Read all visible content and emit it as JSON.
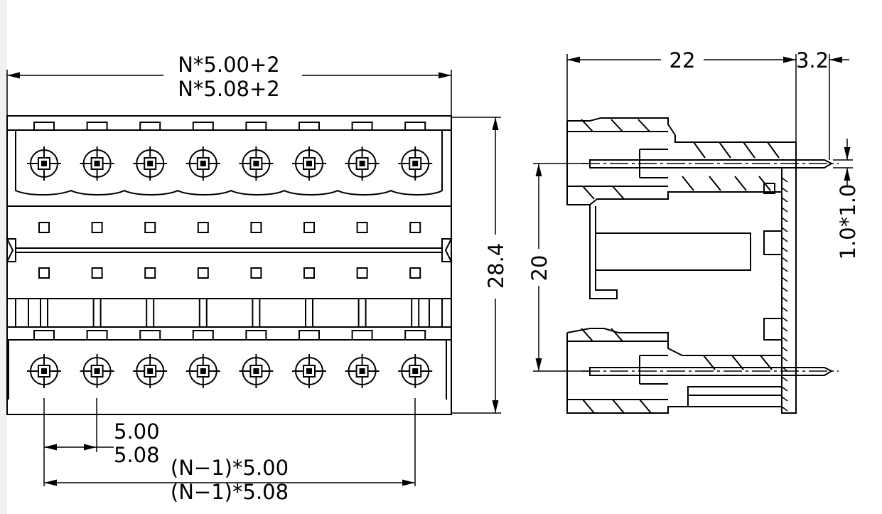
{
  "dimensions": {
    "overall_width_a": "N*5.00+2",
    "overall_width_b": "N*5.08+2",
    "height": "28.4",
    "pitch_a": "5.00",
    "pitch_b": "5.08",
    "span_a": "(N−1)*5.00",
    "span_b": "(N−1)*5.08",
    "depth": "22",
    "pin_ext": "3.2",
    "pin_row_spacing": "20",
    "pin_section": "1.0*1.0"
  },
  "pin_count_per_row": 8
}
